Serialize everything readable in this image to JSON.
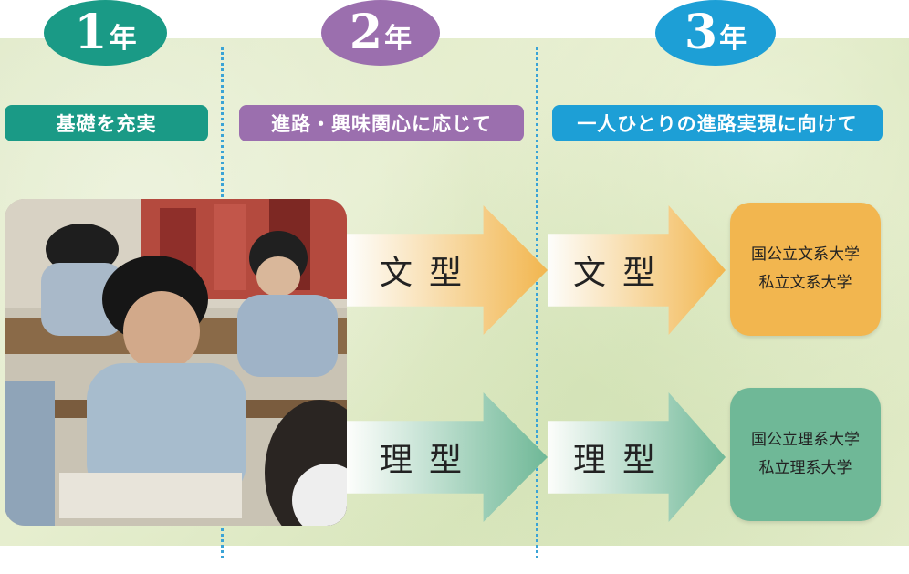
{
  "years": [
    {
      "num": "1",
      "suffix": "年",
      "label": "基礎を充実",
      "color": "#1a9a86"
    },
    {
      "num": "2",
      "suffix": "年",
      "label": "進路・興味関心に応じて",
      "color": "#9b6fae"
    },
    {
      "num": "3",
      "suffix": "年",
      "label": "一人ひとりの進路実現に向けて",
      "color": "#1d9fd6"
    }
  ],
  "tracks": {
    "bunkei": {
      "year2": "文型",
      "year3": "文型",
      "destination": [
        "国公立文系大学",
        "私立文系大学"
      ],
      "color": "#f2b64f"
    },
    "rikei": {
      "year2": "理型",
      "year3": "理型",
      "destination": [
        "国公立理系大学",
        "私立理系大学"
      ],
      "color": "#6fb897"
    }
  },
  "photo": {
    "alt": ""
  }
}
